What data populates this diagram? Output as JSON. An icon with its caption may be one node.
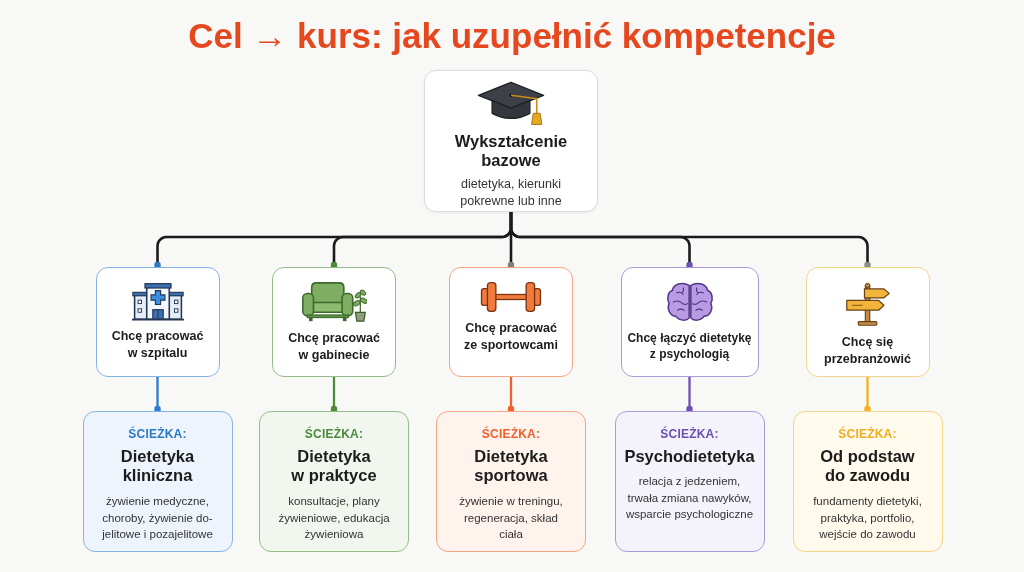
{
  "diagram": {
    "title": "Cel → kurs: jak uzupełnić kompetencje",
    "nodes": [
      {
        "text": [
          "Wykształcenie bazowe",
          "dietetyka, kierunki pokrewne lub inne"
        ]
      },
      {
        "text": [
          "Chcę pracować w szpitalu"
        ]
      },
      {
        "text": [
          "Chcę pracować w gabinecie"
        ]
      },
      {
        "text": [
          "Chcę pracować ze sportowcami"
        ]
      },
      {
        "text": [
          "Chcę łączyć dietetykę z psychologią"
        ]
      },
      {
        "text": [
          "Chcę się przebranżowić"
        ]
      },
      {
        "text": [
          "ŚCIEŻKA:",
          "Dietetyka kliniczna",
          "żywienie medyczne, choroby, żywienie do-jelitowe i pozajelitowe"
        ]
      },
      {
        "text": [
          "ŚCIEŻKA:",
          "Dietetyka w praktyce",
          "konsultacje, plany żywieniowe, edukacja żywieniowa"
        ]
      },
      {
        "text": [
          "ŚCIEŻKA:",
          "Dietetyka sportowa",
          "żywienie w treningu, regeneracja, skład ciała"
        ]
      },
      {
        "text": [
          "ŚCIEŻKA:",
          "Psychodietetyka",
          "relacja z jedzeniem, trwała zmiana nawyków, wsparcie psychologiczne"
        ]
      },
      {
        "text": [
          "ŚCIEŻKA:",
          "Od podstaw do zawodu",
          "fundamenty dietetyki, praktyka, portfolio, wejście do zawodu"
        ]
      }
    ],
    "edges": [
      {
        "from": 0,
        "to": 1,
        "arrow": "other"
      },
      {
        "from": 0,
        "to": 2,
        "arrow": "other"
      },
      {
        "from": 0,
        "to": 3,
        "arrow": "other"
      },
      {
        "from": 0,
        "to": 4,
        "arrow": "other"
      },
      {
        "from": 0,
        "to": 5,
        "arrow": "other"
      },
      {
        "from": 1,
        "to": 6,
        "arrow": "other",
        "color": "#2b7bd3"
      },
      {
        "from": 2,
        "to": 7,
        "arrow": "other",
        "color": "#4c8a3c"
      },
      {
        "from": 3,
        "to": 8,
        "arrow": "other",
        "color": "#f0622a"
      },
      {
        "from": 4,
        "to": 9,
        "arrow": "other",
        "color": "#6d4fb5"
      },
      {
        "from": 5,
        "to": 10,
        "arrow": "other",
        "color": "#f2b01e"
      }
    ]
  }
}
